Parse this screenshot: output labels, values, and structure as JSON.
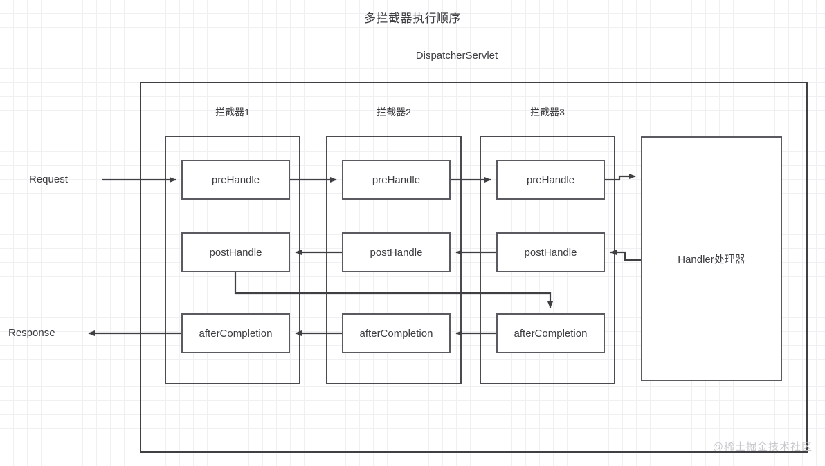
{
  "diagram": {
    "title": "多拦截器执行顺序",
    "container_label": "DispatcherServlet",
    "watermark": "@稀土掘金技术社区",
    "colors": {
      "stroke": "#4a4a4f",
      "node_stroke": "#5a5a60",
      "text": "#3c3c41",
      "background": "#ffffff",
      "grid_minor": "#f0f0f2",
      "grid_major": "#e6e6ea",
      "watermark": "#c8c8cc"
    },
    "entry_label": "Request",
    "exit_label": "Response",
    "handler": {
      "label": "Handler处理器"
    },
    "interceptors": [
      {
        "title": "拦截器1",
        "methods": [
          "preHandle",
          "postHandle",
          "afterCompletion"
        ]
      },
      {
        "title": "拦截器2",
        "methods": [
          "preHandle",
          "postHandle",
          "afterCompletion"
        ]
      },
      {
        "title": "拦截器3",
        "methods": [
          "preHandle",
          "postHandle",
          "afterCompletion"
        ]
      }
    ],
    "flow": {
      "pre_direction": "left-to-right",
      "post_direction": "right-to-left",
      "after_direction": "right-to-left",
      "branch_note": "postHandle of 拦截器1 routes down and right into afterCompletion of 拦截器3"
    }
  }
}
